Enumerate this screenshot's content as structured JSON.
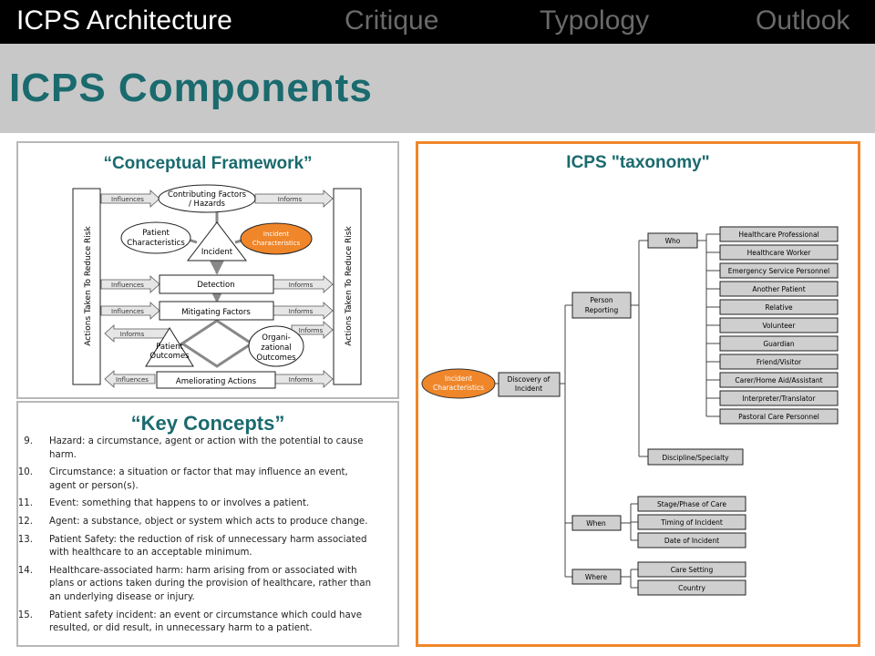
{
  "nav": {
    "tabs": [
      {
        "label": "ICPS Architecture",
        "active": true
      },
      {
        "label": "Critique",
        "active": false
      },
      {
        "label": "Typology",
        "active": false
      },
      {
        "label": "Outlook",
        "active": false
      }
    ]
  },
  "page_title": "ICPS Components",
  "framework": {
    "title": "“Conceptual Framework”",
    "side_label": "Actions Taken To Reduce Risk",
    "influences": "Influences",
    "informs": "Informs",
    "contributing": [
      "Contributing Factors",
      "/ Hazards"
    ],
    "patient_characteristics": [
      "Patient",
      "Characteristics"
    ],
    "incident_characteristics": [
      "Incident",
      "Characteristics"
    ],
    "incident": "Incident",
    "detection": "Detection",
    "mitigating": "Mitigating Factors",
    "patient_outcomes": [
      "Patient",
      "Outcomes"
    ],
    "org_outcomes": [
      "Organi-",
      "zational",
      "Outcomes"
    ],
    "ameliorating": "Ameliorating Actions"
  },
  "key_concepts": {
    "title": "“Key Concepts”",
    "items": [
      {
        "num": "9.",
        "text": "Hazard: a circumstance, agent or action with the potential to cause harm."
      },
      {
        "num": "10.",
        "text": "Circumstance: a situation or factor that may influence an event, agent or person(s)."
      },
      {
        "num": "11.",
        "text": "Event: something that happens to or involves a patient."
      },
      {
        "num": "12.",
        "text": "Agent: a substance, object or system which acts to produce change."
      },
      {
        "num": "13.",
        "text": "Patient Safety: the reduction of risk of unnecessary harm associated with healthcare to an acceptable minimum."
      },
      {
        "num": "14.",
        "text": "Healthcare-associated harm: harm arising from or associated with plans or actions taken during the provision of healthcare, rather than an underlying disease or injury."
      },
      {
        "num": "15.",
        "text": "Patient safety incident: an event or circumstance which could have resulted, or did result, in unnecessary harm to a patient."
      }
    ]
  },
  "taxonomy": {
    "title": "ICPS \"taxonomy\"",
    "root": [
      "Incident",
      "Characteristics"
    ],
    "discovery": [
      "Discovery of",
      "Incident"
    ],
    "person_reporting": [
      "Person",
      "Reporting"
    ],
    "who": "Who",
    "who_items": [
      "Healthcare Professional",
      "Healthcare Worker",
      "Emergency Service Personnel",
      "Another Patient",
      "Relative",
      "Volunteer",
      "Guardian",
      "Friend/Visitor",
      "Carer/Home Aid/Assistant",
      "Interpreter/Translator",
      "Pastoral Care Personnel"
    ],
    "discipline": "Discipline/Specialty",
    "when": "When",
    "when_items": [
      "Stage/Phase of Care",
      "Timing of Incident",
      "Date of Incident"
    ],
    "where": "Where",
    "where_items": [
      "Care Setting",
      "Country"
    ]
  },
  "colors": {
    "accent_teal": "#1a6a6e",
    "orange": "#f0862a",
    "taxonomy_box": "#cfcfcf",
    "top_bar": "#000000",
    "title_bar": "#c8c8c8"
  }
}
